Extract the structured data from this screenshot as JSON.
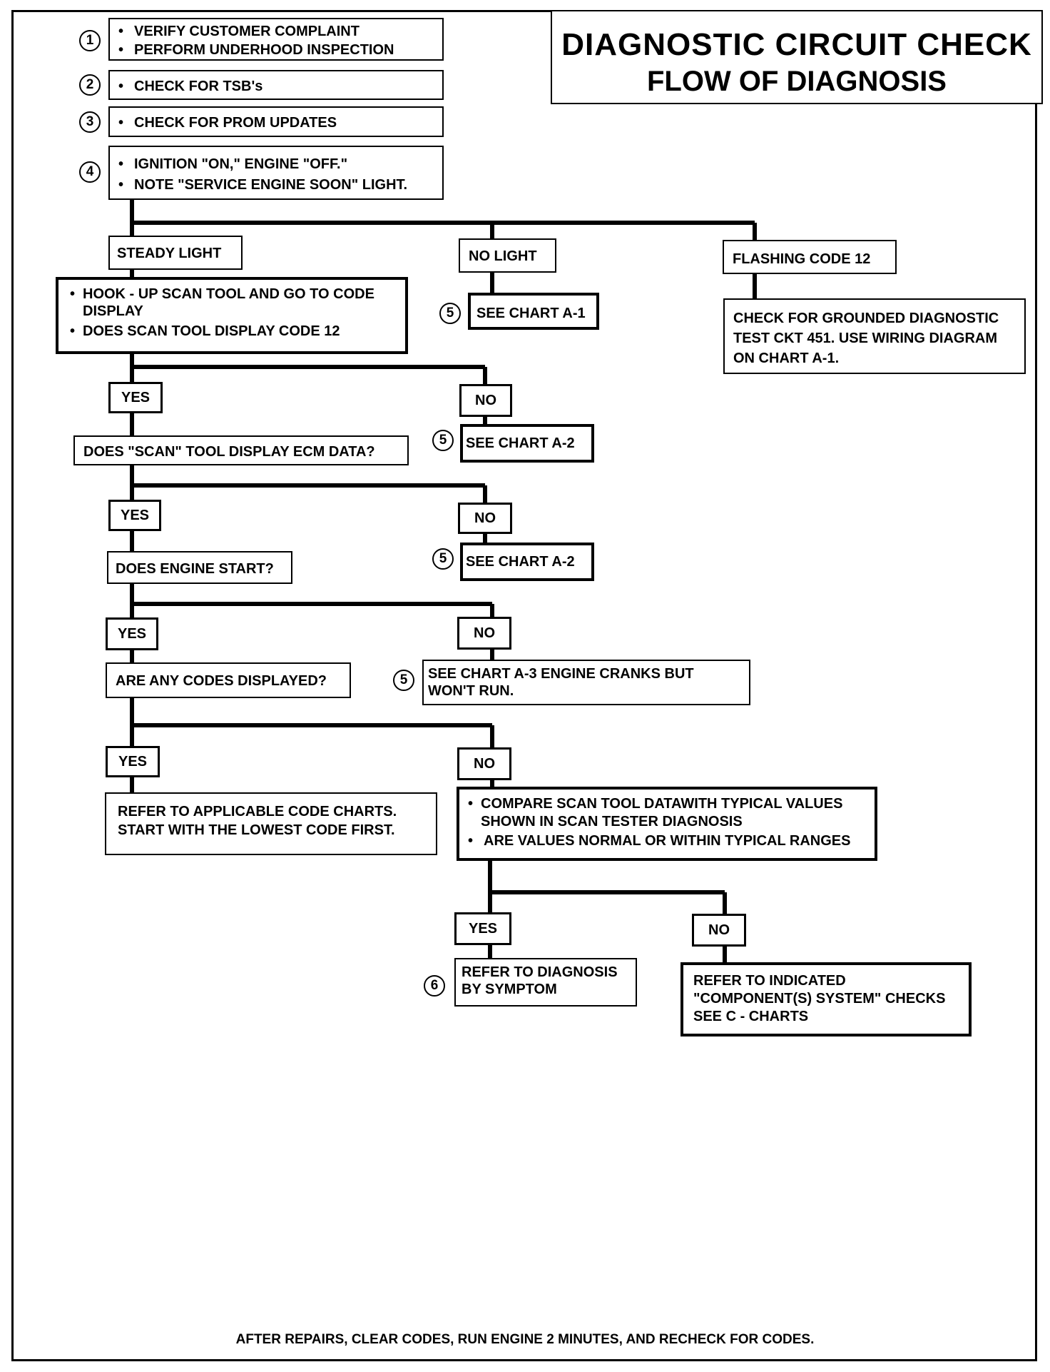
{
  "title": {
    "line1": "DIAGNOSTIC CIRCUIT CHECK",
    "line2": "FLOW OF DIAGNOSIS"
  },
  "steps": {
    "s1": {
      "number": "1",
      "items": [
        "VERIFY CUSTOMER COMPLAINT",
        "PERFORM UNDERHOOD INSPECTION"
      ]
    },
    "s2": {
      "number": "2",
      "items": [
        "CHECK FOR TSB's"
      ]
    },
    "s3": {
      "number": "3",
      "items": [
        "CHECK FOR PROM UPDATES"
      ]
    },
    "s4": {
      "number": "4",
      "items": [
        "IGNITION \"ON,\" ENGINE  \"OFF.\"",
        "NOTE \"SERVICE ENGINE SOON\" LIGHT."
      ]
    }
  },
  "branches": {
    "steady_light": "STEADY LIGHT",
    "no_light": "NO LIGHT",
    "flashing_code": "FLASHING CODE 12"
  },
  "hookup": {
    "items": [
      "HOOK - UP SCAN TOOL AND GO TO CODE",
      "DISPLAY",
      "DOES SCAN TOOL DISPLAY CODE 12"
    ]
  },
  "chart_a1": {
    "number": "5",
    "text": "SEE CHART A-1"
  },
  "grounded_check": {
    "lines": [
      "CHECK FOR GROUNDED DIAGNOSTIC",
      "TEST CKT 451.  USE WIRING DIAGRAM",
      "ON CHART A-1."
    ]
  },
  "q1": {
    "yes": "YES",
    "no": "NO",
    "no_ref_num": "5",
    "no_ref": "SEE CHART A-2"
  },
  "ecm_question": "DOES \"SCAN\" TOOL DISPLAY ECM DATA?",
  "q2": {
    "yes": "YES",
    "no": "NO",
    "no_ref_num": "5",
    "no_ref": "SEE CHART A-2"
  },
  "engine_question": "DOES ENGINE START?",
  "q3": {
    "yes": "YES",
    "no": "NO",
    "no_ref_num": "5",
    "no_ref_lines": [
      "SEE CHART A-3 ENGINE CRANKS BUT",
      "WON'T RUN."
    ]
  },
  "codes_question": "ARE ANY CODES DISPLAYED?",
  "q4": {
    "yes": "YES",
    "no": "NO"
  },
  "code_charts": {
    "lines": [
      "REFER TO APPLICABLE CODE CHARTS.",
      "START WITH THE LOWEST CODE FIRST."
    ]
  },
  "compare": {
    "lines": [
      "COMPARE SCAN TOOL DATAWITH TYPICAL VALUES",
      "SHOWN IN SCAN TESTER DIAGNOSIS",
      "ARE VALUES NORMAL OR WITHIN TYPICAL RANGES"
    ]
  },
  "q5": {
    "yes": "YES",
    "no": "NO"
  },
  "symptom": {
    "number": "6",
    "lines": [
      "REFER TO DIAGNOSIS",
      "BY SYMPTOM"
    ]
  },
  "c_charts": {
    "lines": [
      "REFER TO INDICATED",
      "\"COMPONENT(S) SYSTEM\" CHECKS",
      "SEE  C - CHARTS"
    ]
  },
  "bullet": "•",
  "footer": "AFTER REPAIRS, CLEAR CODES, RUN ENGINE 2 MINUTES, AND RECHECK FOR CODES."
}
